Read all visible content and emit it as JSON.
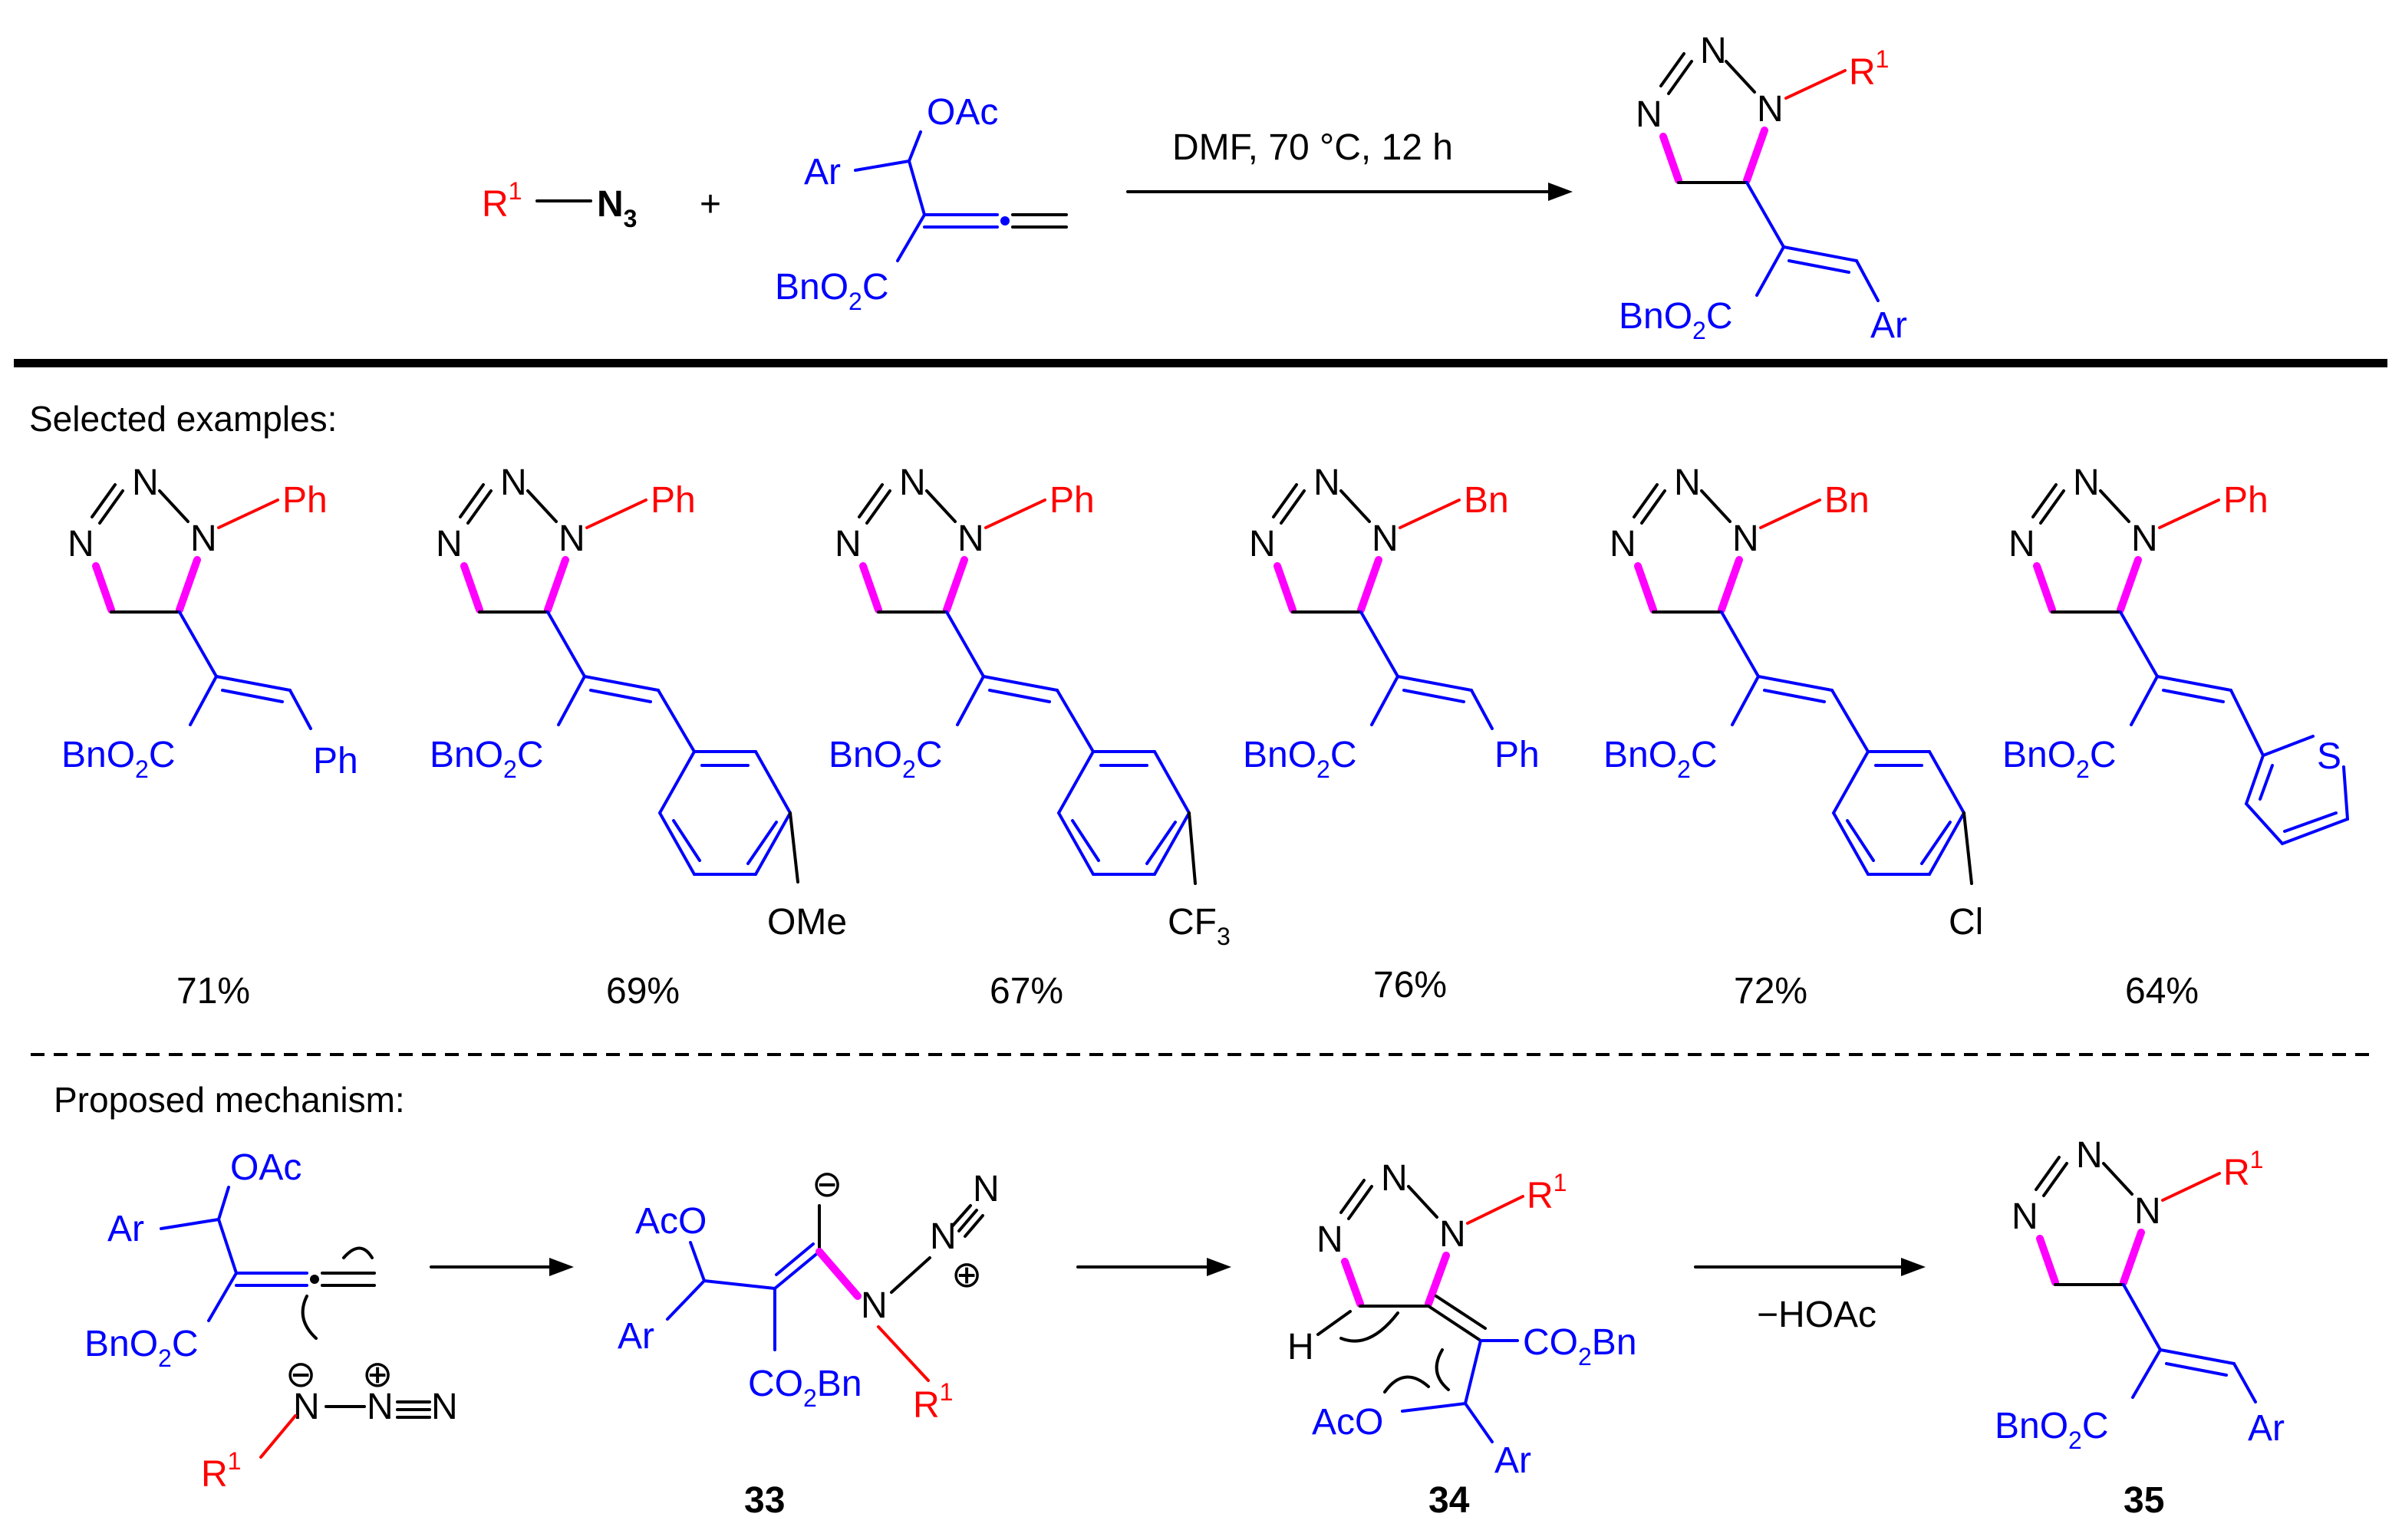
{
  "colors": {
    "substituent": "#ff0000",
    "reagent": "#0000ff",
    "new_bond": "#ff00ff",
    "text": "#000000"
  },
  "reaction": {
    "conditions": "DMF, 70 °C, 12 h",
    "plus": "+",
    "azide_r": "R",
    "azide_r_sup": "1",
    "azide_n": "N",
    "azide_n_sub": "3",
    "ar": "Ar",
    "oac": "OAc",
    "ester_a": "BnO",
    "ester_sub": "2",
    "ester_b": "C",
    "n": "N",
    "r1": "R",
    "r1_sup": "1"
  },
  "examples": {
    "heading": "Selected examples:",
    "items": [
      {
        "n1_sub": "Ph",
        "aryl": "Ph",
        "para": "",
        "yield": "71%"
      },
      {
        "n1_sub": "Ph",
        "aryl": "",
        "para": "OMe",
        "yield": "69%"
      },
      {
        "n1_sub": "Ph",
        "aryl": "",
        "para": "CF",
        "para_sub": "3",
        "yield": "67%"
      },
      {
        "n1_sub": "Bn",
        "aryl": "Ph",
        "para": "",
        "yield": "76%"
      },
      {
        "n1_sub": "Bn",
        "aryl": "",
        "para": "Cl",
        "yield": "72%"
      },
      {
        "n1_sub": "Ph",
        "aryl": "",
        "para": "S",
        "yield": "64%"
      }
    ]
  },
  "mechanism": {
    "heading": "Proposed mechanism:",
    "minus": "⊖",
    "plus_circ": "⊕",
    "co2bn_a": "CO",
    "co2bn_sub": "2",
    "co2bn_b": "Bn",
    "aco": "AcO",
    "h": "H",
    "hoac": "−HOAc",
    "compounds": [
      "33",
      "34",
      "35"
    ]
  }
}
